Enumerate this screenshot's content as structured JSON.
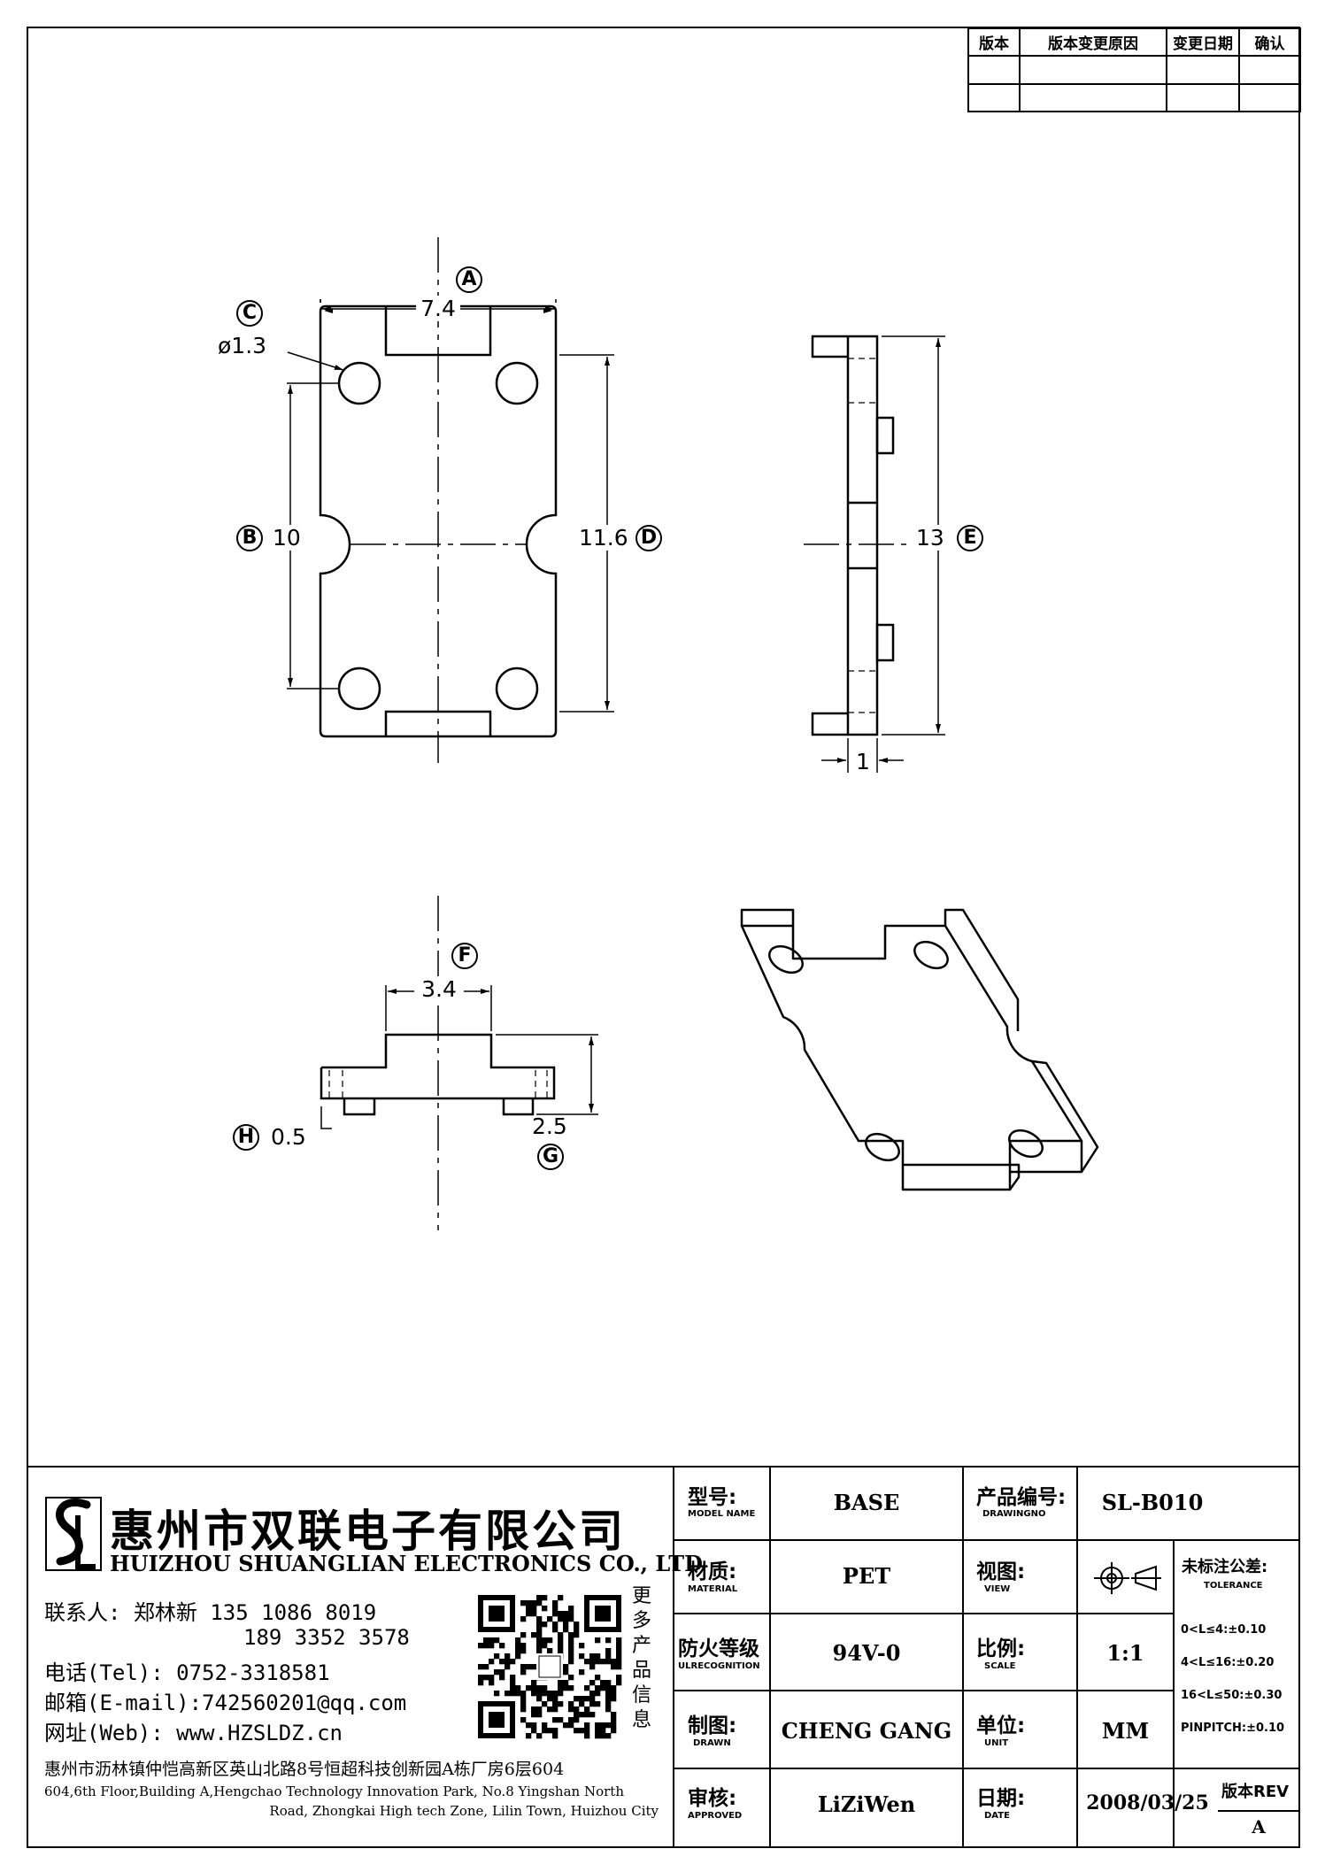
{
  "revision_table": {
    "headers": [
      "版本",
      "版本变更原因",
      "变更日期",
      "确认"
    ]
  },
  "dimensions": {
    "A": {
      "letter": "A",
      "value": "7.4"
    },
    "B": {
      "letter": "B",
      "value": "10"
    },
    "C": {
      "letter": "C",
      "value": "ø1.3"
    },
    "D": {
      "letter": "D",
      "value": "11.6"
    },
    "E": {
      "letter": "E",
      "value": "13"
    },
    "F": {
      "letter": "F",
      "value": "3.4"
    },
    "G": {
      "letter": "G",
      "value": "2.5"
    },
    "H": {
      "letter": "H",
      "value": "0.5"
    },
    "side_thickness": "1"
  },
  "company": {
    "logo_letters": "SL",
    "name_cn": "惠州市双联电子有限公司",
    "name_en": "HUIZHOU SHUANGLIAN ELECTRONICS CO., LTD",
    "contact_line1": "联系人: 郑林新 135 1086 8019",
    "contact_line2": "189 3352 3578",
    "tel": "电话(Tel): 0752-3318581",
    "email": "邮箱(E-mail):742560201@qq.com",
    "web": "网址(Web): www.HZSLDZ.cn",
    "qr_caption": [
      "更",
      "多",
      "产",
      "品",
      "信",
      "息"
    ],
    "address_cn": "惠州市沥林镇仲恺高新区英山北路8号恒超科技创新园A栋厂房6层604",
    "address_en_1": "604,6th Floor,Building A,Hengchao Technology Innovation Park, No.8 Yingshan North",
    "address_en_2": "Road, Zhongkai High tech Zone, Lilin Town, Huizhou City"
  },
  "title_block": {
    "model_label": "型号:",
    "model_sub": "MODEL NAME",
    "model_value": "BASE",
    "drawing_label": "产品编号:",
    "drawing_sub": "DRAWINGNO",
    "drawing_value": "SL-B010",
    "material_label": "材质:",
    "material_sub": "MATERIAL",
    "material_value": "PET",
    "view_label": "视图:",
    "view_sub": "VIEW",
    "tolerance_label": "未标注公差:",
    "tolerance_sub": "TOLERANCE",
    "tolerances": [
      "0<L≤4:±0.10",
      "4<L≤16:±0.20",
      "16<L≤50:±0.30",
      "PINPITCH:±0.10"
    ],
    "fire_label": "防火等级",
    "fire_sub": "ULRECOGNITION",
    "fire_value": "94V-0",
    "scale_label": "比例:",
    "scale_sub": "SCALE",
    "scale_value": "1:1",
    "drawn_label": "制图:",
    "drawn_sub": "DRAWN",
    "drawn_value": "CHENG GANG",
    "unit_label": "单位:",
    "unit_sub": "UNIT",
    "unit_value": "MM",
    "approved_label": "审核:",
    "approved_sub": "APPROVED",
    "approved_value": "LiZiWen",
    "date_label": "日期:",
    "date_sub": "DATE",
    "date_value": "2008/03/25",
    "rev_label": "版本REV",
    "rev_value": "A"
  }
}
